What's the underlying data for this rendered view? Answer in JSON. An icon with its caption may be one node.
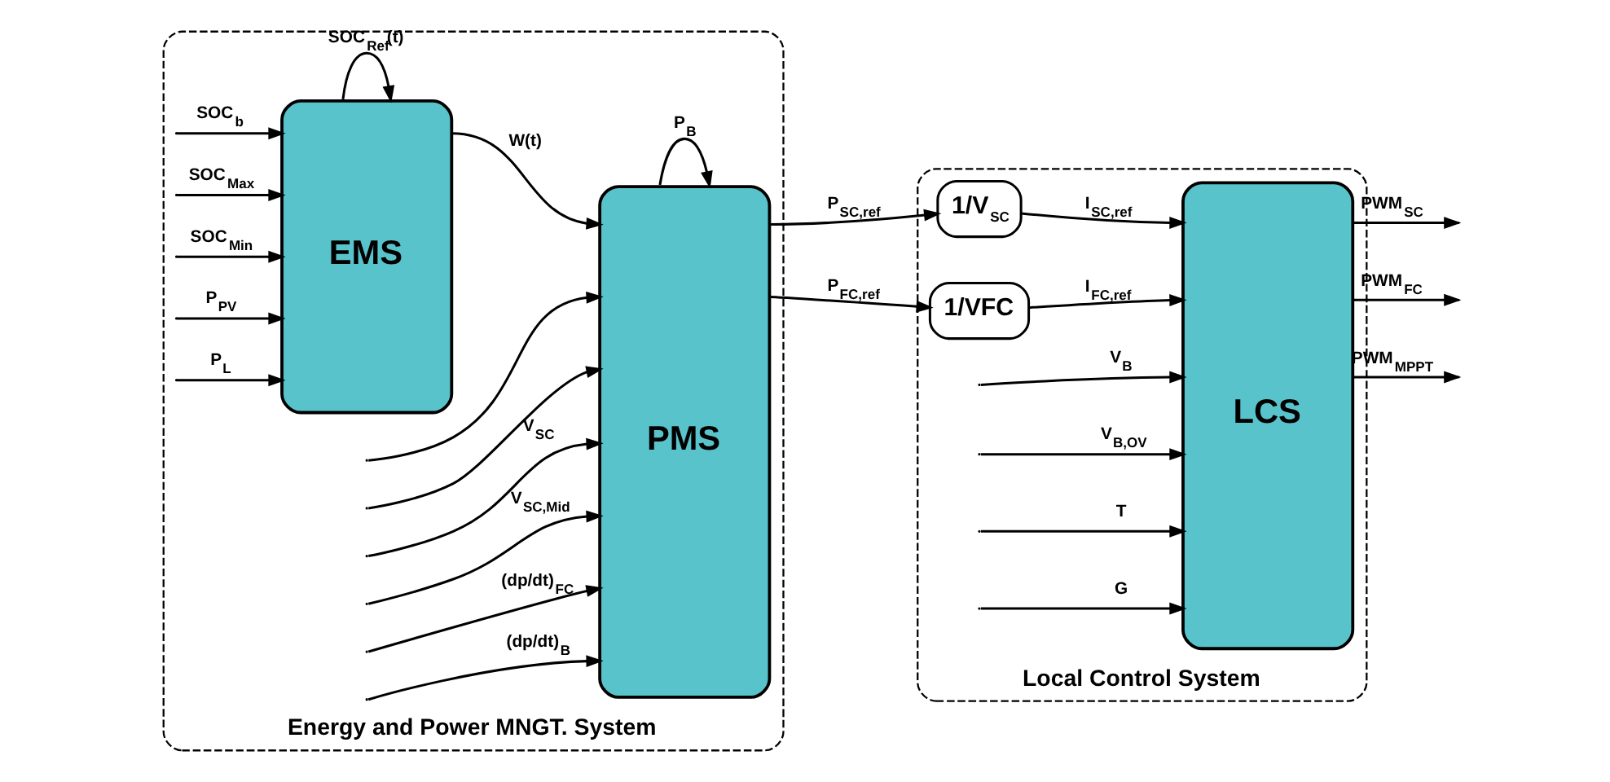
{
  "diagram": {
    "nodes": [
      {
        "text": [
          "Energy and Power MNGT. System"
        ]
      },
      {
        "text": [
          "EMS"
        ],
        "in": 0
      },
      {
        "text": [
          "PMS"
        ],
        "in": 0
      },
      {
        "text": [
          "Local Control System"
        ]
      },
      {
        "text": [
          "1/V$_{SC}$"
        ],
        "in": 3
      },
      {
        "text": [
          "1/VFC"
        ],
        "in": 3
      },
      {
        "text": [
          "LCS"
        ],
        "in": 3
      }
    ],
    "edges": [
      {
        "from": null,
        "to": 1,
        "arrow": "to",
        "label": "SOC$_{b}$"
      },
      {
        "from": null,
        "to": 1,
        "arrow": "to",
        "label": "SOC$_{Max}$"
      },
      {
        "from": null,
        "to": 1,
        "arrow": "to",
        "label": "SOC$_{Min}$"
      },
      {
        "from": null,
        "to": 1,
        "arrow": "to",
        "label": "P$_{PV}$"
      },
      {
        "from": null,
        "to": 1,
        "arrow": "to",
        "label": "P$_{L}$"
      },
      {
        "from": 1,
        "to": 1,
        "arrow": "to",
        "label": "SOC$_{Ref}$(t)"
      },
      {
        "from": 1,
        "to": 2,
        "arrow": "to",
        "label": "W(t)"
      },
      {
        "from": null,
        "to": 2,
        "arrow": "to"
      },
      {
        "from": null,
        "to": 2,
        "arrow": "to"
      },
      {
        "from": null,
        "to": 2,
        "arrow": "to",
        "label": "V$_{SC}$"
      },
      {
        "from": null,
        "to": 2,
        "arrow": "to",
        "label": "V$_{SC,Mid}$"
      },
      {
        "from": null,
        "to": 2,
        "arrow": "to",
        "label": "(dp/dt)$_{FC}$"
      },
      {
        "from": null,
        "to": 2,
        "arrow": "to",
        "label": "(dp/dt)$_{B}$"
      },
      {
        "from": 2,
        "to": 2,
        "arrow": "to",
        "label": "P$_{B}$"
      },
      {
        "from": 2,
        "to": 4,
        "arrow": "to",
        "label": "P$_{SC,ref}$"
      },
      {
        "from": 2,
        "to": 5,
        "arrow": "to",
        "label": "P$_{FC,ref}$"
      },
      {
        "from": 4,
        "to": 6,
        "arrow": "to",
        "label": "I$_{SC,ref}$"
      },
      {
        "from": 5,
        "to": 6,
        "arrow": "to",
        "label": "I$_{FC,ref}$"
      },
      {
        "from": null,
        "to": 6,
        "arrow": "to",
        "label": "V$_{B}$"
      },
      {
        "from": null,
        "to": 6,
        "arrow": "to",
        "label": "V$_{B,OV}$"
      },
      {
        "from": null,
        "to": 6,
        "arrow": "to",
        "label": "T"
      },
      {
        "from": null,
        "to": 6,
        "arrow": "to",
        "label": "G"
      },
      {
        "from": 6,
        "to": null,
        "arrow": "to",
        "label": "PWM$_{SC}$"
      },
      {
        "from": 6,
        "to": null,
        "arrow": "to",
        "label": "PWM$_{FC}$"
      },
      {
        "from": 6,
        "to": null,
        "arrow": "to",
        "label": "PWM$_{MPPT}$"
      }
    ]
  }
}
